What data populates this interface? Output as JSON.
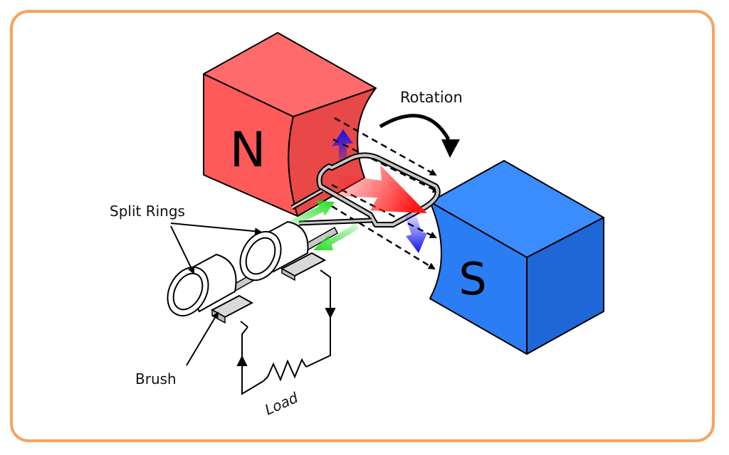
{
  "labels": {
    "rotation": "Rotation",
    "split_rings": "Split Rings",
    "brush": "Brush",
    "load": "Load"
  },
  "poles": {
    "north": "N",
    "south": "S"
  },
  "colors": {
    "frame": "#f5a461",
    "north_front": "#ff5a5a",
    "north_side": "#e84848",
    "south_front": "#2a7df2",
    "south_side": "#1f66d6",
    "south_top": "#3b8cff",
    "current_arrow": "#22dd22",
    "force_arrow": "#1010ee",
    "field_arrow": "#ee1111"
  }
}
